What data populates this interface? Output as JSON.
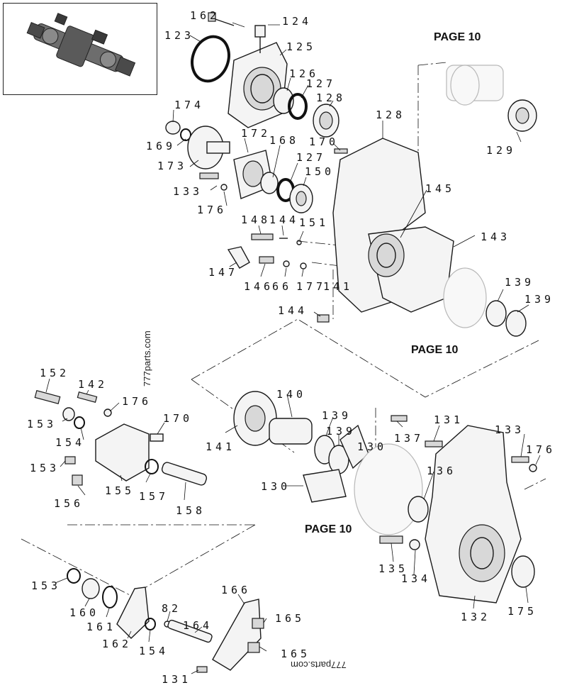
{
  "page_refs": [
    "PAGE 10",
    "PAGE 10",
    "PAGE 10"
  ],
  "watermarks": [
    "777parts.com",
    "777parts.com"
  ],
  "callouts": [
    "162",
    "124",
    "123",
    "125",
    "126",
    "127",
    "128",
    "128",
    "174",
    "169",
    "173",
    "172",
    "168",
    "170",
    "127",
    "150",
    "133",
    "176",
    "145",
    "129",
    "148",
    "144",
    "151",
    "147",
    "146",
    "66",
    "177",
    "141",
    "143",
    "139",
    "139",
    "144",
    "152",
    "142",
    "176",
    "153",
    "170",
    "154",
    "153",
    "155",
    "157",
    "156",
    "158",
    "140",
    "141",
    "139",
    "139",
    "130",
    "130",
    "137",
    "131",
    "133",
    "176",
    "136",
    "134",
    "135",
    "132",
    "175",
    "153",
    "160",
    "161",
    "162",
    "82",
    "154",
    "164",
    "166",
    "165",
    "165",
    "131"
  ],
  "icons": [
    "assembly-thumbnail-icon"
  ]
}
